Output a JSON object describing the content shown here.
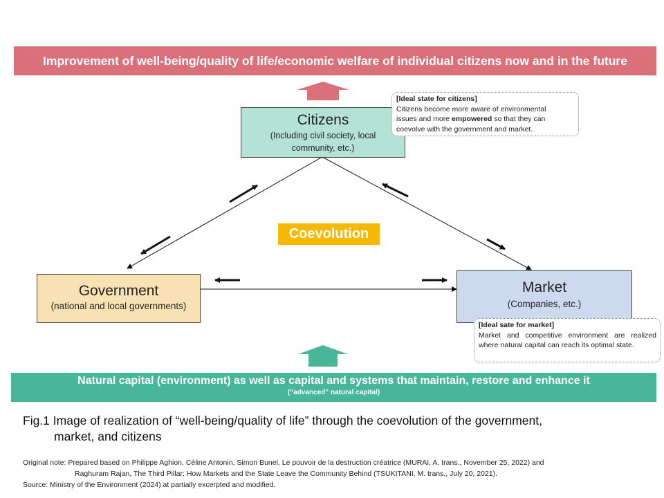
{
  "top_banner": "Improvement of well-being/quality of life/economic welfare of individual citizens now and in the future",
  "citizens": {
    "title": "Citizens",
    "sub_line1": "(Including civil society, local",
    "sub_line2": "community, etc.)"
  },
  "government": {
    "title": "Government",
    "sub": "(national and local governments)"
  },
  "market": {
    "title": "Market",
    "sub": "(Companies, etc.)"
  },
  "center_label": "Coevolution",
  "note_citizens": {
    "heading": "[Ideal state for citizens]",
    "line1": "Citizens become more aware of environmental",
    "line2a": "issues and more ",
    "line2b": "empowered",
    "line2c": " so that they can",
    "line3": "coevolve with the government and market."
  },
  "note_market": {
    "heading": "[Ideal sate for market]",
    "body": "Market and competitive environment are realized where natural capital can reach its optimal state."
  },
  "bottom_banner": {
    "main": "Natural capital (environment) as well as capital and systems that maintain, restore and enhance it",
    "sub": "(“advanced” natural capital)"
  },
  "caption": {
    "line1": "Fig.1 Image of realization of “well-being/quality of life” through the coevolution of the government,",
    "line2": "market, and citizens"
  },
  "original_note": {
    "line1": "Original note: Prepared based on Philippe Aghion, Céline Antonin, Simon Bunel, Le pouvoir de la destruction créatrice (MURAI, A. trans., November 25, 2022) and",
    "line2": "Raghuram Rajan, The Third Pillar: How Markets and the State Leave the Community Behind (TSUKITANI, M. trans., July 20, 2021).",
    "line3": "Source: Ministry of the Environment (2024) at partially excerpted and modified."
  },
  "colors": {
    "top_banner": "#d9707a",
    "citizens_box": "#b4e3d5",
    "government_box": "#f8e2b3",
    "market_box": "#ccd9ee",
    "coevolution": "#f7b900",
    "bottom_banner": "#48b798"
  }
}
